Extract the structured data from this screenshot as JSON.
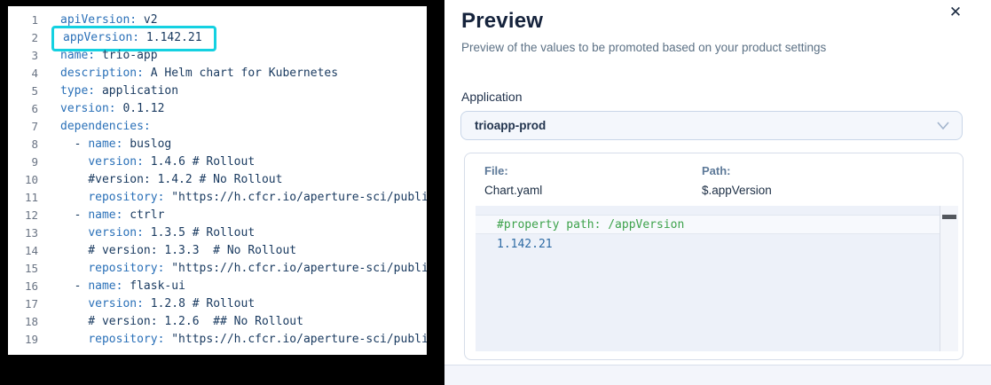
{
  "editor": {
    "file_description": "Chart.yaml source",
    "highlighted_line": 2,
    "highlight_color": "#14d1e1",
    "key_color": "#2a70b8",
    "value_color": "#18395f",
    "lines": [
      {
        "num": 1,
        "segments": [
          {
            "text": "apiVersion:",
            "style": "key"
          },
          {
            "text": " v2",
            "style": "plain"
          }
        ]
      },
      {
        "num": 2,
        "segments": [
          {
            "text": "appVersion:",
            "style": "key"
          },
          {
            "text": " 1.142.21",
            "style": "plain"
          }
        ]
      },
      {
        "num": 3,
        "segments": [
          {
            "text": "name:",
            "style": "key"
          },
          {
            "text": " trio-app",
            "style": "plain"
          }
        ]
      },
      {
        "num": 4,
        "segments": [
          {
            "text": "description:",
            "style": "key"
          },
          {
            "text": " A Helm chart for Kubernetes",
            "style": "plain"
          }
        ]
      },
      {
        "num": 5,
        "segments": [
          {
            "text": "type:",
            "style": "key"
          },
          {
            "text": " application",
            "style": "plain"
          }
        ]
      },
      {
        "num": 6,
        "segments": [
          {
            "text": "version:",
            "style": "key"
          },
          {
            "text": " 0.1.12",
            "style": "plain"
          }
        ]
      },
      {
        "num": 7,
        "segments": [
          {
            "text": "dependencies:",
            "style": "key"
          }
        ]
      },
      {
        "num": 8,
        "segments": [
          {
            "text": "  - ",
            "style": "plain"
          },
          {
            "text": "name:",
            "style": "key"
          },
          {
            "text": " buslog",
            "style": "plain"
          }
        ]
      },
      {
        "num": 9,
        "segments": [
          {
            "text": "    ",
            "style": "plain"
          },
          {
            "text": "version:",
            "style": "key"
          },
          {
            "text": " 1.4.6 # Rollout",
            "style": "plain"
          }
        ]
      },
      {
        "num": 10,
        "segments": [
          {
            "text": "    #version: 1.4.2 # No Rollout",
            "style": "plain"
          }
        ]
      },
      {
        "num": 11,
        "segments": [
          {
            "text": "    ",
            "style": "plain"
          },
          {
            "text": "repository:",
            "style": "key"
          },
          {
            "text": " \"https://h.cfcr.io/aperture-sci/public\"",
            "style": "plain"
          }
        ]
      },
      {
        "num": 12,
        "segments": [
          {
            "text": "  - ",
            "style": "plain"
          },
          {
            "text": "name:",
            "style": "key"
          },
          {
            "text": " ctrlr",
            "style": "plain"
          }
        ]
      },
      {
        "num": 13,
        "segments": [
          {
            "text": "    ",
            "style": "plain"
          },
          {
            "text": "version:",
            "style": "key"
          },
          {
            "text": " 1.3.5 # Rollout",
            "style": "plain"
          }
        ]
      },
      {
        "num": 14,
        "segments": [
          {
            "text": "    # version: 1.3.3  # No Rollout",
            "style": "plain"
          }
        ]
      },
      {
        "num": 15,
        "segments": [
          {
            "text": "    ",
            "style": "plain"
          },
          {
            "text": "repository:",
            "style": "key"
          },
          {
            "text": " \"https://h.cfcr.io/aperture-sci/public\"",
            "style": "plain"
          }
        ]
      },
      {
        "num": 16,
        "segments": [
          {
            "text": "  - ",
            "style": "plain"
          },
          {
            "text": "name:",
            "style": "key"
          },
          {
            "text": " flask-ui",
            "style": "plain"
          }
        ]
      },
      {
        "num": 17,
        "segments": [
          {
            "text": "    ",
            "style": "plain"
          },
          {
            "text": "version:",
            "style": "key"
          },
          {
            "text": " 1.2.8 # Rollout",
            "style": "plain"
          }
        ]
      },
      {
        "num": 18,
        "segments": [
          {
            "text": "    # version: 1.2.6  ## No Rollout",
            "style": "plain"
          }
        ]
      },
      {
        "num": 19,
        "segments": [
          {
            "text": "    ",
            "style": "plain"
          },
          {
            "text": "repository:",
            "style": "key"
          },
          {
            "text": " \"https://h.cfcr.io/aperture-sci/public\"",
            "style": "plain"
          }
        ]
      }
    ]
  },
  "preview_panel": {
    "title": "Preview",
    "subtitle": "Preview of the values to be promoted based on your product settings",
    "icons": {
      "close": "✕",
      "chevron_down": "chevron-down"
    },
    "application": {
      "label": "Application",
      "selected_value": "trioapp-prod"
    },
    "result_card": {
      "file_label": "File:",
      "file_value": "Chart.yaml",
      "path_label": "Path:",
      "path_value": "$.appVersion",
      "code_lines": [
        {
          "text": "#property path: /appVersion",
          "style": "comment"
        },
        {
          "text": "1.142.21",
          "style": "value"
        }
      ],
      "comment_color": "#3da24b",
      "value_color": "#2e6ba4"
    }
  }
}
